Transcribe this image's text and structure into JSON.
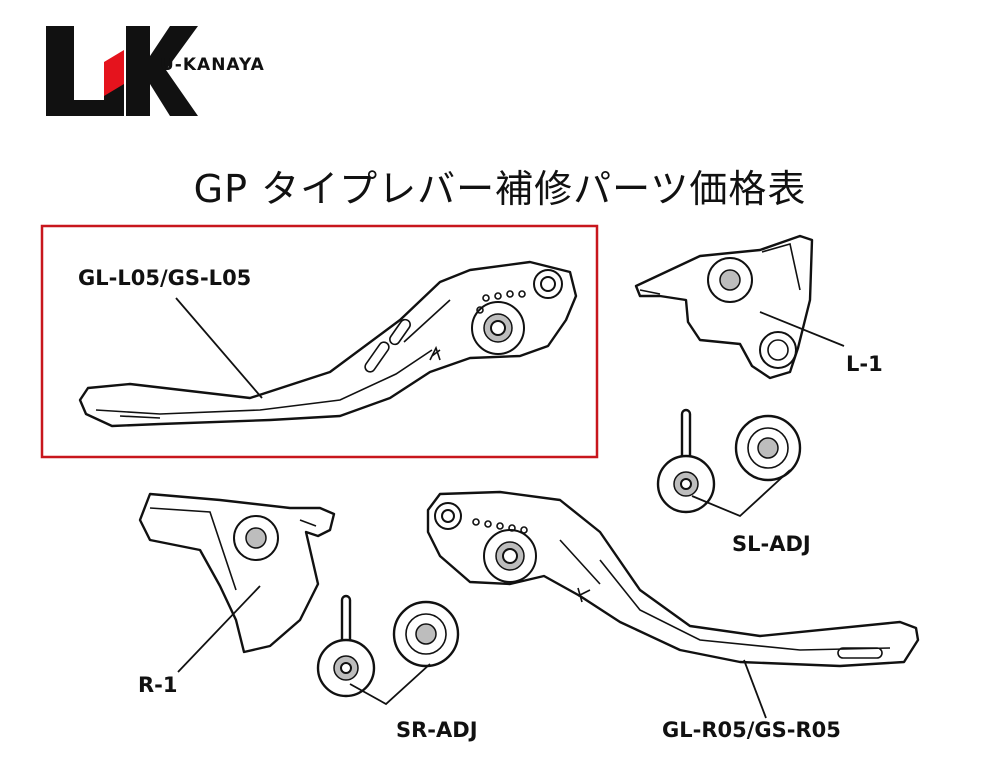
{
  "brand": {
    "logo_letters": "UK",
    "name": "U-KANAYA",
    "colors": {
      "logo": "#111111",
      "accent": "#e5131d"
    }
  },
  "title": "GP タイプレバー補修パーツ価格表",
  "highlight_color": "#c8161d",
  "parts": [
    {
      "id": "gl_l05",
      "label": "GL-L05/GS-L05"
    },
    {
      "id": "l1",
      "label": "L-1"
    },
    {
      "id": "sl_adj",
      "label": "SL-ADJ"
    },
    {
      "id": "r1",
      "label": "R-1"
    },
    {
      "id": "sr_adj",
      "label": "SR-ADJ"
    },
    {
      "id": "gl_r05",
      "label": "GL-R05/GS-R05"
    }
  ]
}
